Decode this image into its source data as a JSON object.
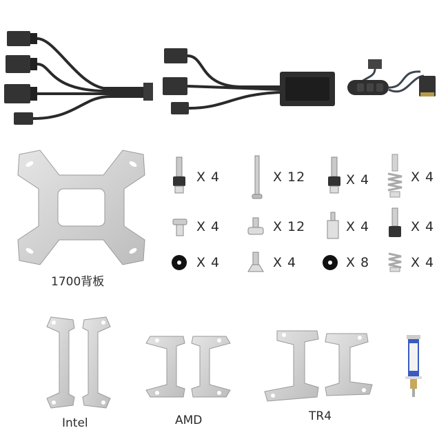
{
  "cables": {
    "fan_splitter": "fan-splitter-cable",
    "argb_splitter": "argb-splitter-cable",
    "controller": "argb-controller-hub",
    "button_controller": "three-button-remote"
  },
  "backplate": {
    "label": "1700背板"
  },
  "screws": [
    {
      "icon": "thumb-screw-long",
      "qty": "X 4"
    },
    {
      "icon": "long-standoff-screw",
      "qty": "X 12"
    },
    {
      "icon": "thumb-screw-long",
      "qty": "X 4"
    },
    {
      "icon": "spring-screw",
      "qty": "X 4"
    },
    {
      "icon": "short-standoff",
      "qty": "X 4"
    },
    {
      "icon": "fan-screw",
      "qty": "X 12"
    },
    {
      "icon": "hex-standoff",
      "qty": "X 4"
    },
    {
      "icon": "thumb-screw-short",
      "qty": "X 4"
    },
    {
      "icon": "rubber-washer",
      "qty": "X 4"
    },
    {
      "icon": "countersunk-screw",
      "qty": "X 4"
    },
    {
      "icon": "rubber-washer",
      "qty": "X 8"
    },
    {
      "icon": "small-spring",
      "qty": "X 4"
    }
  ],
  "brackets": [
    {
      "label": "Intel"
    },
    {
      "label": "AMD"
    },
    {
      "label": "TR4"
    }
  ],
  "thermal_paste": "thermal-paste-syringe"
}
